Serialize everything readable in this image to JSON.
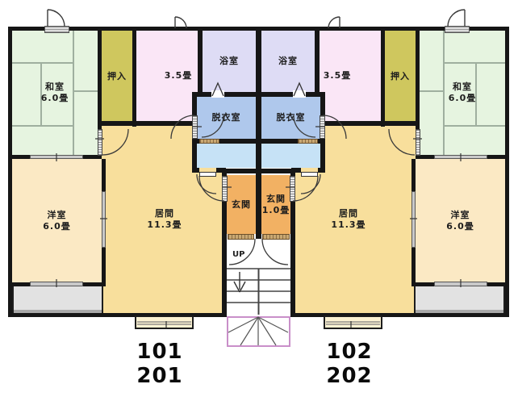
{
  "title": "2-unit apartment floor plan",
  "rooms": {
    "left": {
      "washitsu": {
        "name": "和室",
        "size": "6.0畳"
      },
      "oshiire": {
        "name": "押入"
      },
      "room35": {
        "name": "3.5畳"
      },
      "bath": {
        "name": "浴室"
      },
      "dressing": {
        "name": "脱衣室"
      },
      "living": {
        "name": "居間",
        "size": "11.3畳"
      },
      "western": {
        "name": "洋室",
        "size": "6.0畳"
      },
      "genkan": {
        "name": "玄関"
      }
    },
    "right": {
      "washitsu": {
        "name": "和室",
        "size": "6.0畳"
      },
      "oshiire": {
        "name": "押入"
      },
      "room35": {
        "name": "3.5畳"
      },
      "bath": {
        "name": "浴室"
      },
      "dressing": {
        "name": "脱衣室"
      },
      "living": {
        "name": "居間",
        "size": "11.3畳"
      },
      "western": {
        "name": "洋室",
        "size": "6.0畳"
      },
      "genkan": {
        "name": "玄関",
        "size": "1.0畳"
      }
    }
  },
  "stairs": {
    "up": "UP"
  },
  "units": {
    "left": [
      "101",
      "201"
    ],
    "right": [
      "102",
      "202"
    ]
  },
  "colors": {
    "washitsu": "#E6F4E0",
    "oshiire": "#CFC75E",
    "room35": "#FAE6F6",
    "bath": "#DEDCF5",
    "dressing": "#AFC8EC",
    "toilet": "#C6E2F6",
    "living": "#F8DF9C",
    "western": "#FBE9C4",
    "genkan": "#F2B163",
    "balcony": "#E2E2E2",
    "wall": "#161616",
    "stair_outline": "#C98FC9",
    "threshold": "#C9A872"
  }
}
